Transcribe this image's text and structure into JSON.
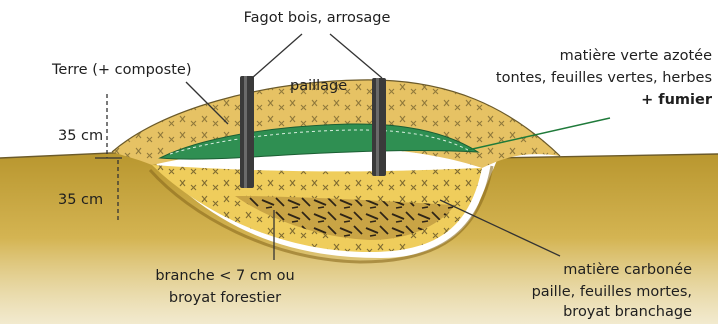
{
  "diagram": {
    "labels": {
      "fagot": "Fagot bois, arrosage",
      "terre": "Terre (+ composte)",
      "paillage": "paillage",
      "verte_1": "matière verte azotée",
      "verte_2": "tontes, feuilles vertes, herbes",
      "verte_3": "+ fumier",
      "height_top": "35 cm",
      "height_bottom": "35 cm",
      "branche_1": "branche < 7 cm ou",
      "branche_2": "broyat forestier",
      "carbone_1": "matière carbonée",
      "carbone_2": "paille, feuilles mortes,",
      "carbone_3": "broyat branchage"
    },
    "colors": {
      "soil": "#c9a53a",
      "soil_dark": "#a8842a",
      "mound": "#e8c66a",
      "green_layer": "#2f8f52",
      "carbon_layer": "#f0cf5e",
      "stake": "#3a3a3a",
      "leader_green": "#1f7a3a",
      "leader_dark": "#333333"
    }
  }
}
